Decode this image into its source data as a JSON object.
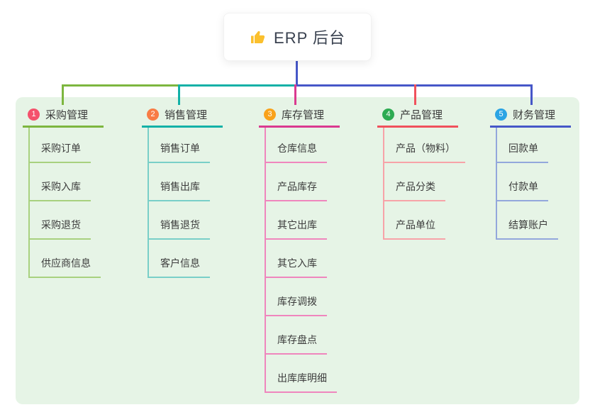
{
  "root": {
    "title": "ERP 后台",
    "icon": "thumbs-up-icon"
  },
  "colors": {
    "canvas_bg": "#ffffff",
    "container_bg": "#e6f4e6",
    "root_text": "#39414f",
    "thumb_icon": "#fbc02d"
  },
  "branches": [
    {
      "index": "1",
      "label": "采购管理",
      "badge_color": "#f4516c",
      "line_color": "#7db63f",
      "child_line_color": "#a8d17f",
      "children": [
        "采购订单",
        "采购入库",
        "采购退货",
        "供应商信息"
      ]
    },
    {
      "index": "2",
      "label": "销售管理",
      "badge_color": "#f87c45",
      "line_color": "#12b1a7",
      "child_line_color": "#79cfc8",
      "children": [
        "销售订单",
        "销售出库",
        "销售退货",
        "客户信息"
      ]
    },
    {
      "index": "3",
      "label": "库存管理",
      "badge_color": "#f9a21b",
      "line_color": "#da3a90",
      "child_line_color": "#ef86bd",
      "children": [
        "仓库信息",
        "产品库存",
        "其它出库",
        "其它入库",
        "库存调拨",
        "库存盘点",
        "出库库明细"
      ]
    },
    {
      "index": "4",
      "label": "产品管理",
      "badge_color": "#2dab52",
      "line_color": "#f0515c",
      "child_line_color": "#f7a3a8",
      "children": [
        "产品（物料）",
        "产品分类",
        "产品单位"
      ]
    },
    {
      "index": "5",
      "label": "财务管理",
      "badge_color": "#2ba4e4",
      "line_color": "#4657c8",
      "child_line_color": "#93a7dc",
      "children": [
        "回款单",
        "付款单",
        "结算账户"
      ]
    }
  ]
}
